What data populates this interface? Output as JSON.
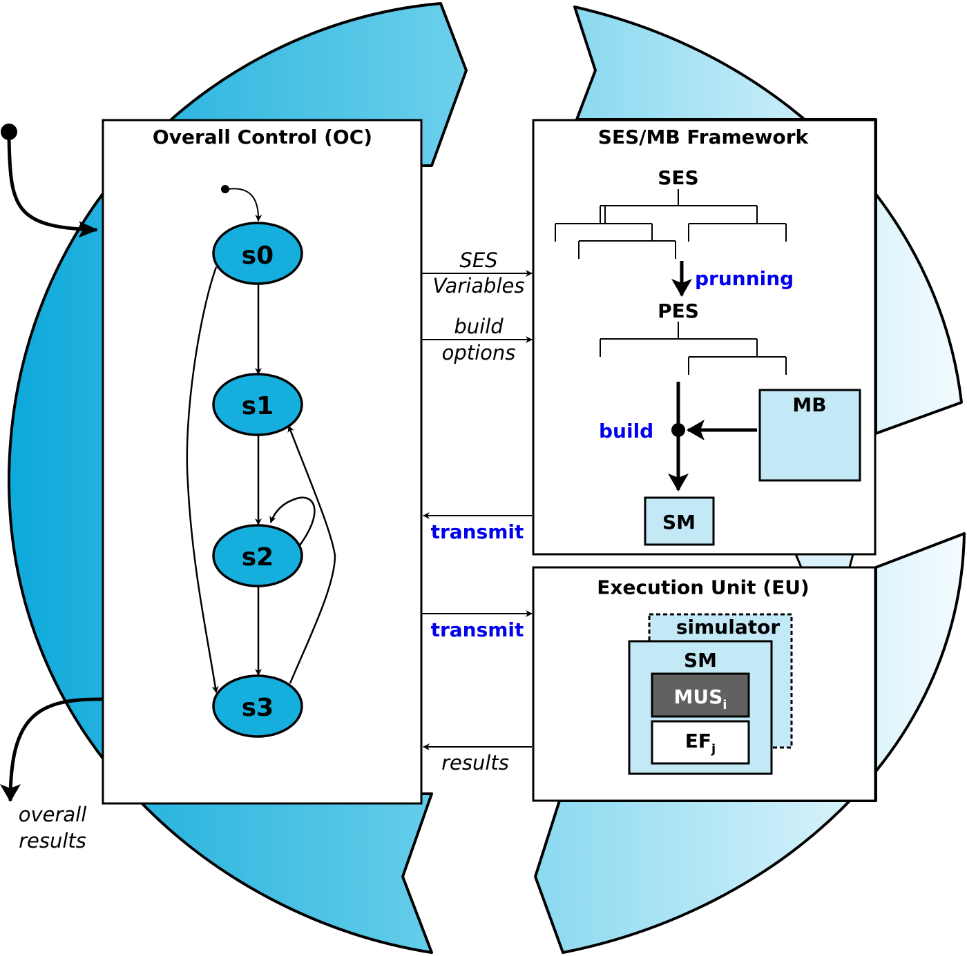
{
  "colors": {
    "state_fill": "#16aedc",
    "blue_label": "#0000ee",
    "light_box": "#c3e9f6",
    "mus_fill": "#616161",
    "arc_dark": "#0ea9da",
    "arc_mid": "#5fcbe9",
    "arc_light": "#f2fbfe"
  },
  "oc": {
    "title": "Overall Control (OC)",
    "states": [
      "s0",
      "s1",
      "s2",
      "s3"
    ]
  },
  "framework": {
    "title": "SES/MB Framework",
    "ses_label": "SES",
    "pruning_label": "prunning",
    "pes_label": "PES",
    "build_label": "build",
    "mb_label": "MB",
    "sm_label": "SM"
  },
  "eu": {
    "title": "Execution Unit (EU)",
    "simulator_label": "simulator",
    "sm_label": "SM",
    "mus_label": "MUS",
    "mus_sub": "i",
    "ef_label": "EF",
    "ef_sub": "j"
  },
  "connections": {
    "ses_vars_line1": "SES",
    "ses_vars_line2": "Variables",
    "build_opts_line1": "build",
    "build_opts_line2": "options",
    "transmit_top": "transmit",
    "transmit_bottom": "transmit",
    "results": "results"
  },
  "overall_results": {
    "line1": "overall",
    "line2": "results"
  }
}
